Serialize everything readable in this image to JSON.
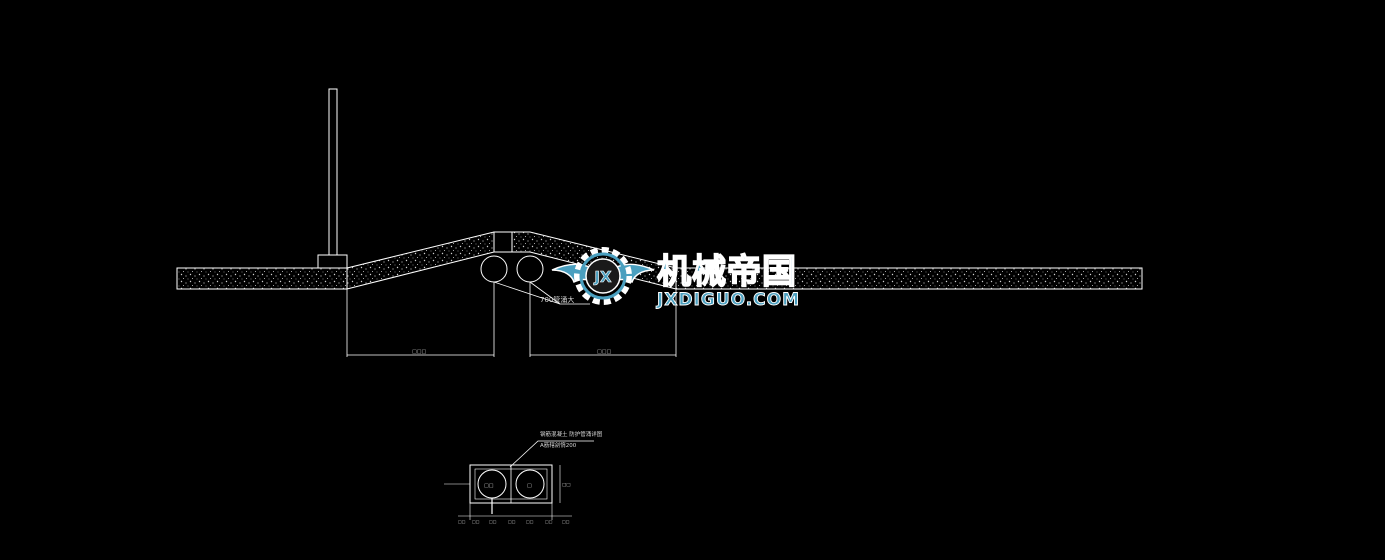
{
  "drawing": {
    "background": "#000000",
    "line_color": "#ffffff",
    "fill_pattern": "gravel-stipple",
    "pipe_callout": "700管涌大",
    "dimension_left": "□□□",
    "dimension_right": "□□□"
  },
  "detail": {
    "note_line1": "钢筋混凝土 防护管涌详图",
    "note_line2": "A筋辖刽惰200",
    "pipe_label_left": "□□",
    "pipe_label_right": "□",
    "dim_side": "□□",
    "dim_bottom": [
      "□□",
      "□□",
      "□□",
      "□□",
      "□□",
      "□□",
      "□□"
    ]
  },
  "watermark": {
    "name_cn": "机械帝国",
    "name_en": "JXDIGUO.COM",
    "badge": "JX",
    "color_primary": "#4a9fbf",
    "color_outline": "#ffffff"
  }
}
